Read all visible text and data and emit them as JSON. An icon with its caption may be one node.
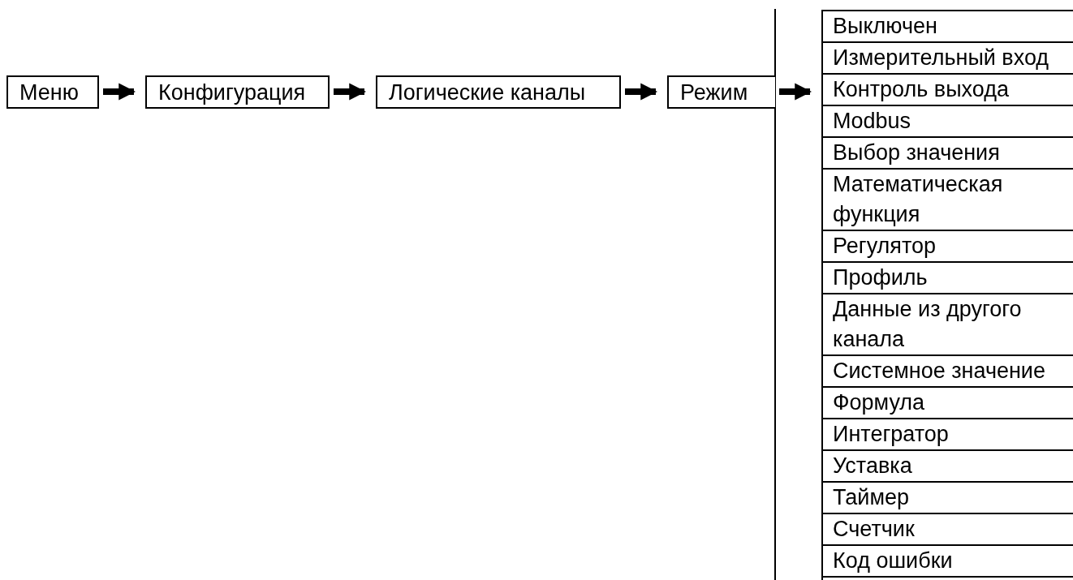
{
  "diagram": {
    "nodes": [
      {
        "text": [
          "Меню"
        ]
      },
      {
        "text": [
          "Конфигурация"
        ]
      },
      {
        "text": [
          "Логические каналы"
        ]
      },
      {
        "text": [
          "Режим"
        ]
      },
      {
        "text": [],
        "shape": "box"
      },
      {
        "text": [
          "Выключен"
        ],
        "in": 4
      },
      {
        "text": [
          "Измерительный вход"
        ],
        "in": 4
      },
      {
        "text": [
          "Контроль выхода"
        ],
        "in": 4
      },
      {
        "text": [
          "Modbus"
        ],
        "in": 4
      },
      {
        "text": [
          "Выбор значения"
        ],
        "in": 4
      },
      {
        "text": [
          "Математическая функция"
        ],
        "in": 4
      },
      {
        "text": [
          "Регулятор"
        ],
        "in": 4
      },
      {
        "text": [
          "Профиль"
        ],
        "in": 4
      },
      {
        "text": [
          "Данные из другого канала"
        ],
        "in": 4
      },
      {
        "text": [
          "Системное значение"
        ],
        "in": 4
      },
      {
        "text": [
          "Формула"
        ],
        "in": 4
      },
      {
        "text": [
          "Интегратор"
        ],
        "in": 4
      },
      {
        "text": [
          "Уставка"
        ],
        "in": 4
      },
      {
        "text": [
          "Таймер"
        ],
        "in": 4
      },
      {
        "text": [
          "Счетчик"
        ],
        "in": 4
      },
      {
        "text": [
          "Код ошибки"
        ],
        "in": 4
      }
    ],
    "edges": [
      {
        "from": 0,
        "to": 1,
        "arrow": "to"
      },
      {
        "from": 1,
        "to": 2,
        "arrow": "to"
      },
      {
        "from": 2,
        "to": 3,
        "arrow": "to"
      },
      {
        "from": 3,
        "to": 4,
        "arrow": "to"
      }
    ]
  }
}
